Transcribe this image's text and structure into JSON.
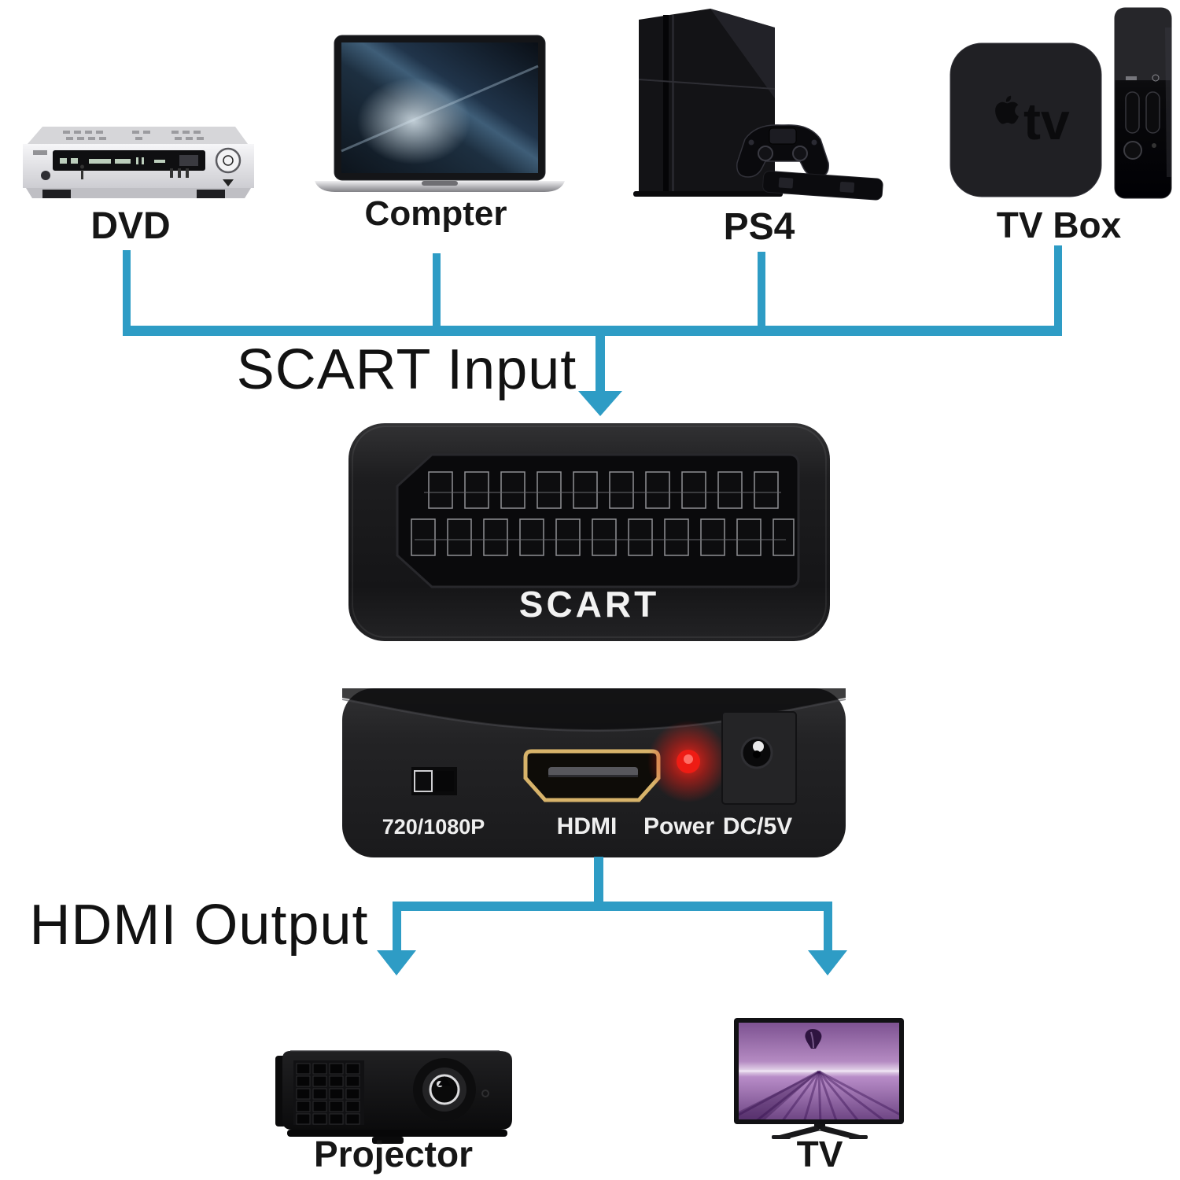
{
  "canvas": {
    "background": "#ffffff"
  },
  "flow": {
    "input_label": "SCART Input",
    "output_label": "HDMI Output",
    "line_color": "#2e9cc5"
  },
  "sources": [
    {
      "label": "DVD"
    },
    {
      "label": "Compter"
    },
    {
      "label": "PS4"
    },
    {
      "label": "TV Box"
    }
  ],
  "tvbox_logo": "tv",
  "converter_front": {
    "port_label": "SCART"
  },
  "converter_back": {
    "resolution_label": "720/1080P",
    "hdmi_label": "HDMI",
    "power_label": "Power",
    "dc_label": "DC/5V",
    "led_color": "#ee1c14",
    "hdmi_port_color": "#d7b36a"
  },
  "outputs": [
    {
      "label": "Projector"
    },
    {
      "label": "TV"
    }
  ]
}
